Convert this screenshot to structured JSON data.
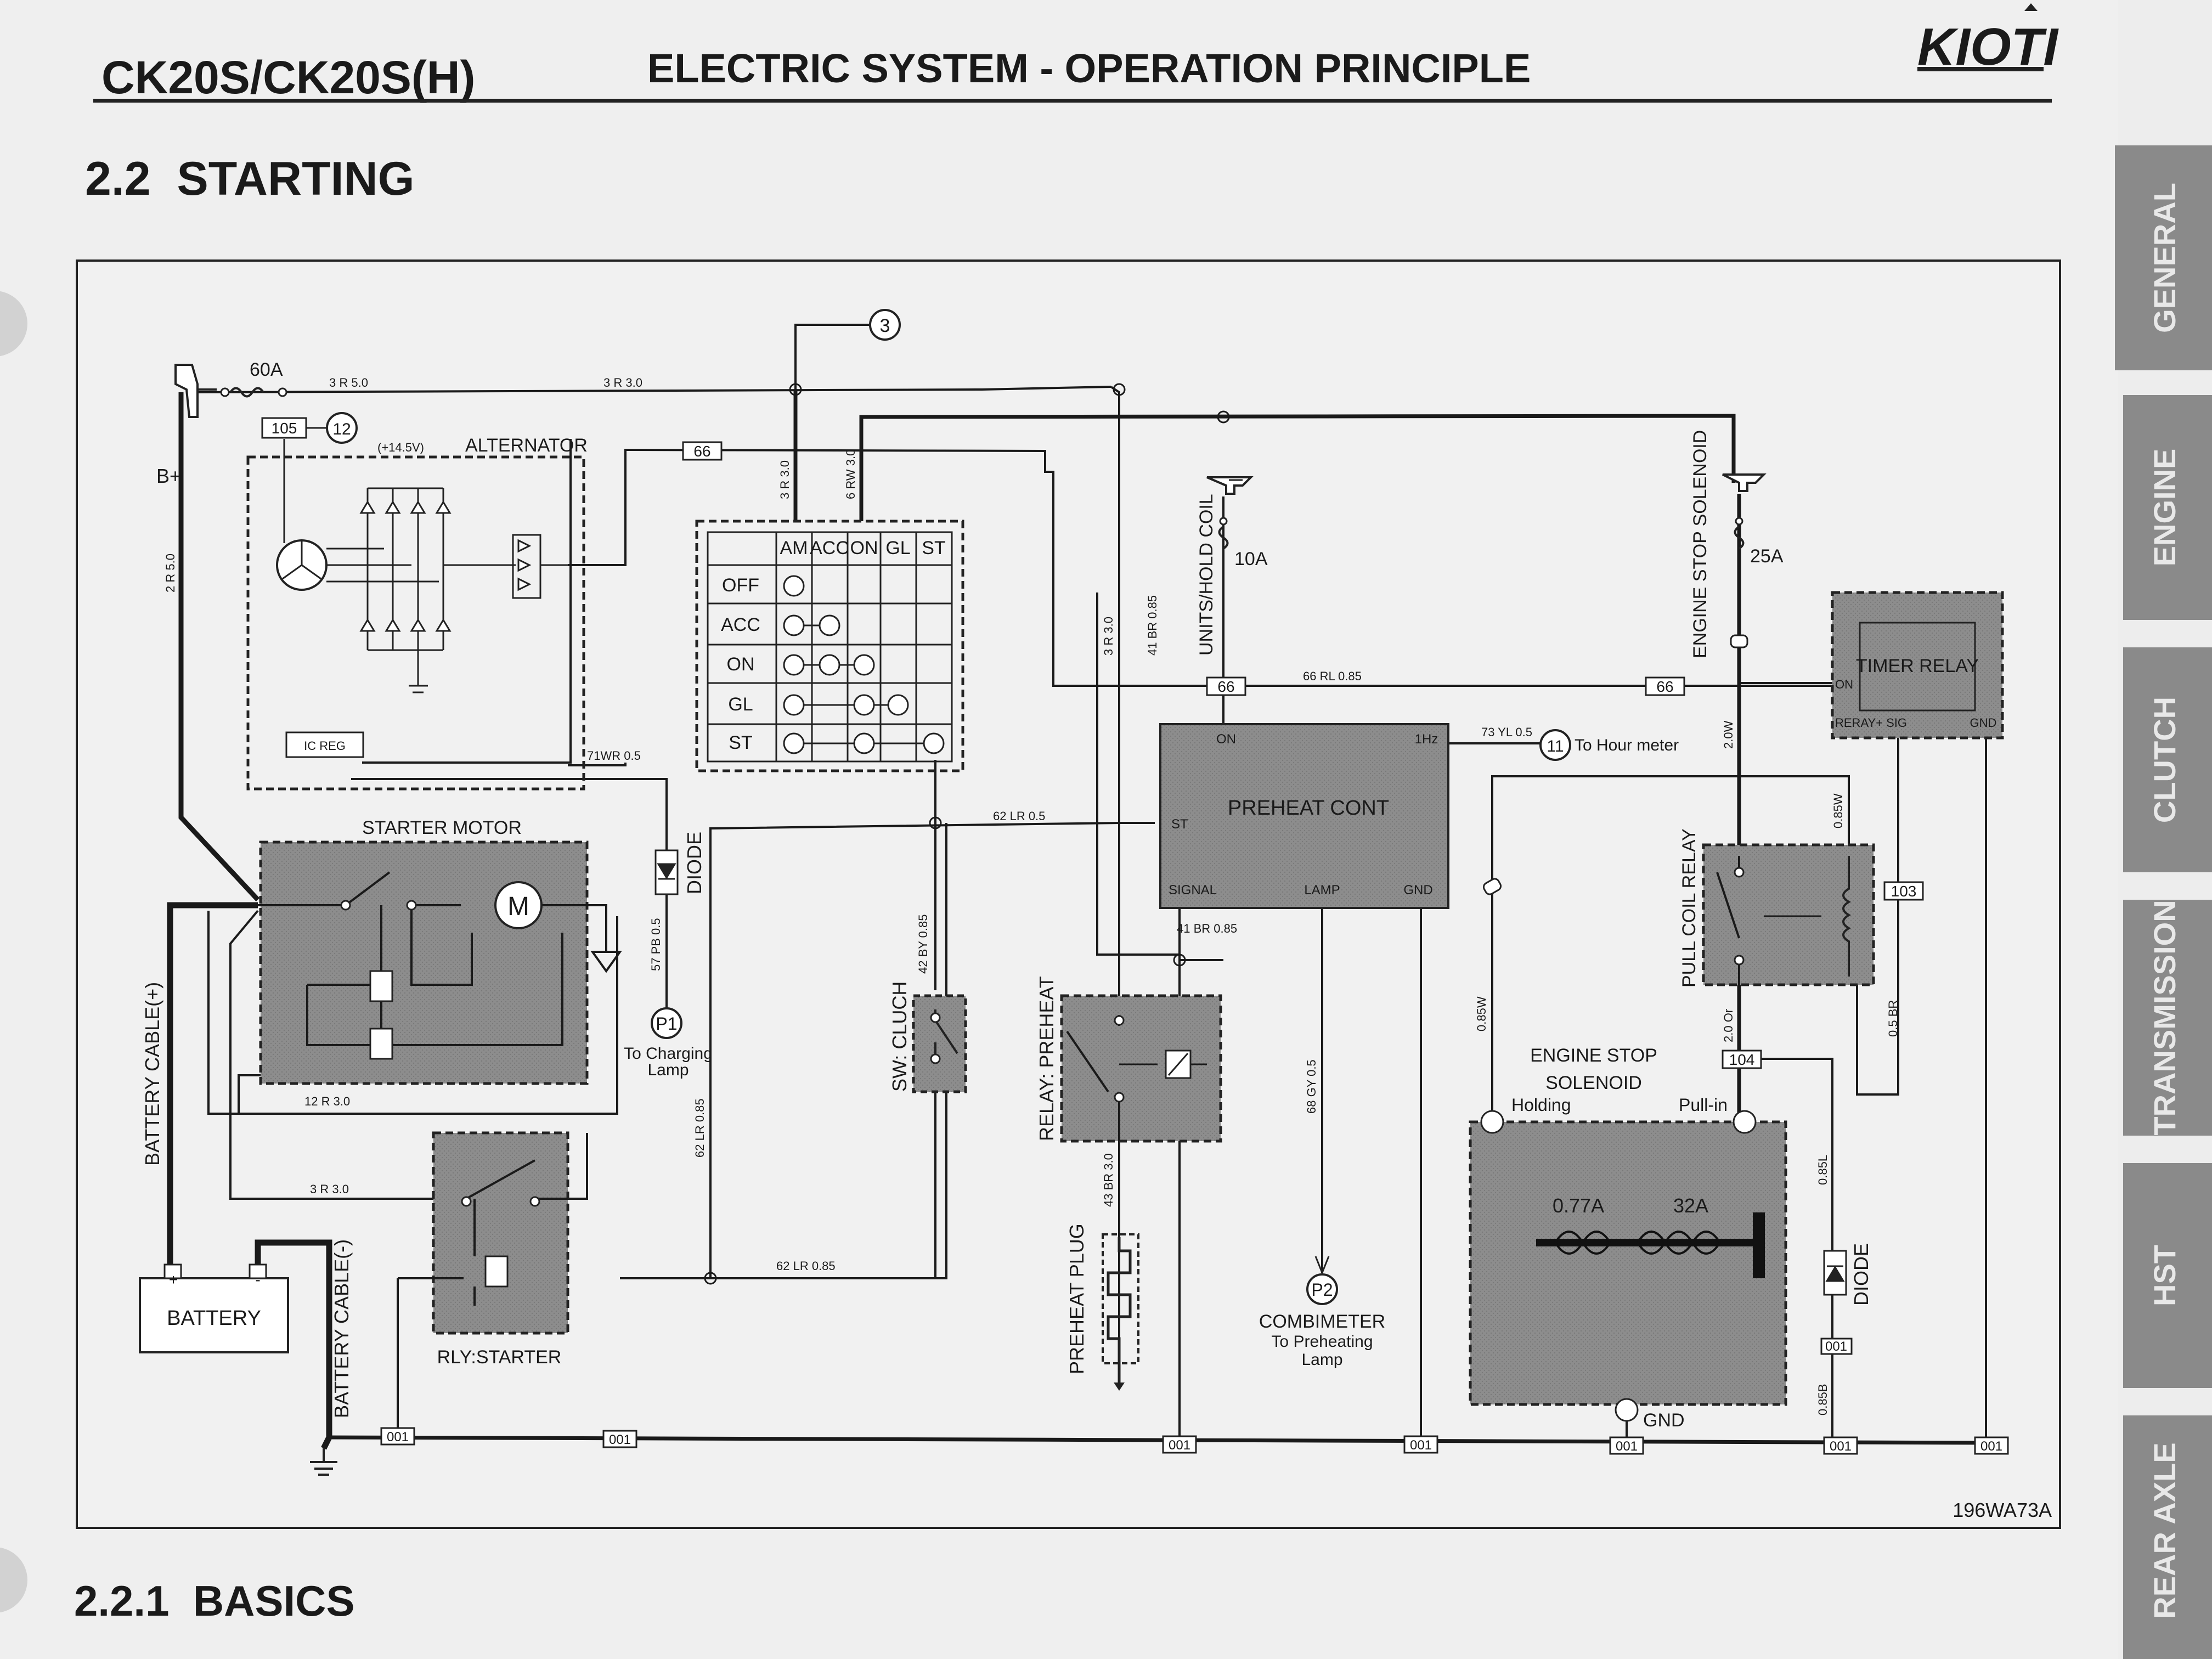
{
  "header": {
    "model": "CK20S/CK20S(H)",
    "title": "ELECTRIC SYSTEM - OPERATION PRINCIPLE",
    "brand": "KIOTI",
    "section": "2.2  STARTING",
    "subsection": "2.2.1  BASICS"
  },
  "side_tabs": [
    "GENERAL",
    "ENGINE",
    "CLUTCH",
    "TRANSMISSION",
    "HST",
    "REAR AXLE"
  ],
  "diagram": {
    "figure_id": "196WA73A",
    "labels": {
      "fuse_60a": "60A",
      "wire_3r50": "3 R 5.0",
      "wire_3r30_top": "3 R 3.0",
      "node_3": "3",
      "node_105": "105",
      "node_12": "12",
      "v14": "(+14.5V)",
      "alternator": "ALTERNATOR",
      "b_plus": "B+",
      "wire_2r50": "2 R 5.0",
      "node_66": "66",
      "wire_3r30_v": "3 R 3.0",
      "wire_6rw30": "6 RW 3.0",
      "ic_reg": "IC REG",
      "wire_71wr05": "71WR 0.5",
      "diode": "DIODE",
      "wire_57pb05": "57 PB 0.5",
      "p1": "P1",
      "to_charging": "To Charging",
      "lamp": "Lamp",
      "starter_motor": "STARTER MOTOR",
      "motor_m": "M",
      "wire_12r30": "12 R 3.0",
      "wire_3r30_low": "3 R 3.0",
      "battery_cable_pos": "BATTERY CABLE(+)",
      "battery": "BATTERY",
      "battery_cable_neg": "BATTERY CABLE(-)",
      "rly_starter": "RLY:STARTER",
      "wire_62lr085_h": "62 LR 0.85",
      "wire_62lr085_v": "62 LR 0.85",
      "wire_62lr05": "62 LR 0.5",
      "wire_42by085": "42 BY 0.85",
      "sw_cluch": "SW: CLUCH",
      "wire_3r30_mid": "3 R 3.0",
      "wire_41br085_top": "41 BR 0.85",
      "relay_preheat": "RELAY: PREHEAT",
      "wire_43br30": "43 BR 3.0",
      "preheat_plug": "PREHEAT PLUG",
      "units_hold_coil": "UNITS/HOLD COIL",
      "fuse_10a": "10A",
      "wire_66rl085": "66 RL 0.85",
      "preheat_cont": "PREHEAT CONT",
      "pc_on": "ON",
      "pc_1hz": "1Hz",
      "pc_st": "ST",
      "pc_signal": "SIGNAL",
      "pc_lamp": "LAMP",
      "pc_gnd": "GND",
      "wire_41br085": "41 BR 0.85",
      "wire_73yl05": "73 YL 0.5",
      "node_11": "11",
      "to_hour_meter": "To Hour meter",
      "wire_68gy05": "68 GY 0.5",
      "p2": "P2",
      "combimeter": "COMBIMETER",
      "to_preheating": "To Preheating",
      "lamp2": "Lamp",
      "engine_stop_solenoid_v": "ENGINE STOP SOLENOID",
      "fuse_25a": "25A",
      "wire_20w": "2.0W",
      "timer_relay": "TIMER RELAY",
      "tr_on": "ON",
      "tr_relay": "RERAY+ SIG",
      "tr_gnd": "GND",
      "wire_085w": "0.85W",
      "pull_coil_relay": "PULL COIL RELAY",
      "node_103": "103",
      "wire_05br": "0.5 BR",
      "wire_085w_left": "0.85W",
      "wire_20or": "2.0 Or",
      "node_104": "104",
      "engine_stop": "ENGINE STOP",
      "solenoid": "SOLENOID",
      "holding": "Holding",
      "pull_in": "Pull-in",
      "amp_077": "0.77A",
      "amp_32": "32A",
      "wire_085l": "0.85L",
      "diode2": "DIODE",
      "node_001": "001",
      "wire_085b": "0.85B",
      "gnd": "GND"
    },
    "key_switch": {
      "columns": [
        "AM",
        "ACC",
        "ON",
        "GL",
        "ST"
      ],
      "rows": [
        "OFF",
        "ACC",
        "ON",
        "GL",
        "ST"
      ]
    }
  }
}
